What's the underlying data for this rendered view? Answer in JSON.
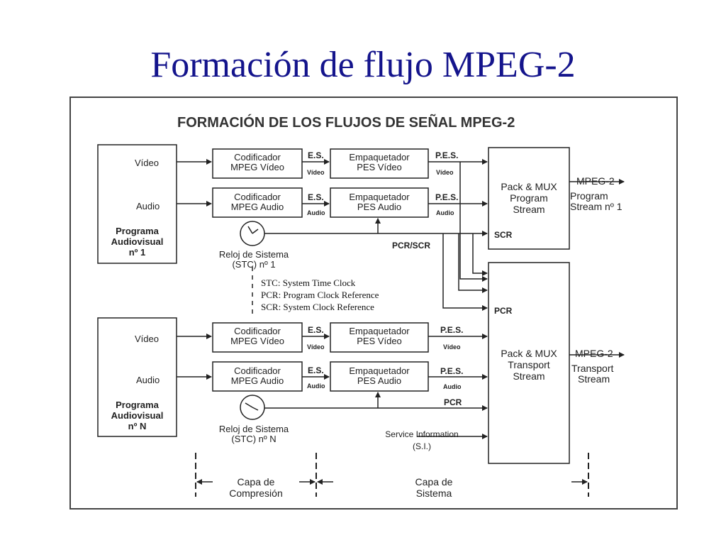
{
  "title": "Formación de flujo MPEG-2",
  "diagram": {
    "heading": "FORMACIÓN DE LOS FLUJOS DE SEÑAL MPEG-2",
    "program1": {
      "video": "Vídeo",
      "audio": "Audio",
      "name_line1": "Programa",
      "name_line2": "Audiovisual",
      "name_line3": "nº 1",
      "encoder_video_l1": "Codificador",
      "encoder_video_l2": "MPEG Vídeo",
      "encoder_audio_l1": "Codificador",
      "encoder_audio_l2": "MPEG Audio",
      "packer_video_l1": "Empaquetador",
      "packer_video_l2": "PES Vídeo",
      "packer_audio_l1": "Empaquetador",
      "packer_audio_l2": "PES Audio",
      "clock_l1": "Reloj de Sistema",
      "clock_l2": "(STC) nº 1"
    },
    "programN": {
      "video": "Vídeo",
      "audio": "Audio",
      "name_line1": "Programa",
      "name_line2": "Audiovisual",
      "name_line3": "nº N",
      "encoder_video_l1": "Codificador",
      "encoder_video_l2": "MPEG Vídeo",
      "encoder_audio_l1": "Codificador",
      "encoder_audio_l2": "MPEG Audio",
      "packer_video_l1": "Empaquetador",
      "packer_video_l2": "PES Vídeo",
      "packer_audio_l1": "Empaquetador",
      "packer_audio_l2": "PES Audio",
      "clock_l1": "Reloj de Sistema",
      "clock_l2": "(STC) nº N"
    },
    "es_label": "E.S.",
    "pes_label": "P.E.S.",
    "video_small": "Vídeo",
    "audio_small": "Audio",
    "pcr_scr": "PCR/SCR",
    "scr": "SCR",
    "pcr": "PCR",
    "ps_mux_l1": "Pack & MUX",
    "ps_mux_l2": "Program",
    "ps_mux_l3": "Stream",
    "ts_mux_l1": "Pack & MUX",
    "ts_mux_l2": "Transport",
    "ts_mux_l3": "Stream",
    "out_ps_l1": "MPEG-2",
    "out_ps_l2": "Program",
    "out_ps_l3": "Stream nº 1",
    "out_ts_l1": "MPEG-2",
    "out_ts_l2": "Transport",
    "out_ts_l3": "Stream",
    "service_info_l1": "Service Information",
    "service_info_l2": "(S.I.)",
    "layer_compression_l1": "Capa de",
    "layer_compression_l2": "Compresión",
    "layer_system_l1": "Capa de",
    "layer_system_l2": "Sistema",
    "notes": {
      "stc": "STC: System Time Clock",
      "pcr": "PCR: Program Clock Reference",
      "scr": "SCR: System Clock Reference"
    }
  }
}
